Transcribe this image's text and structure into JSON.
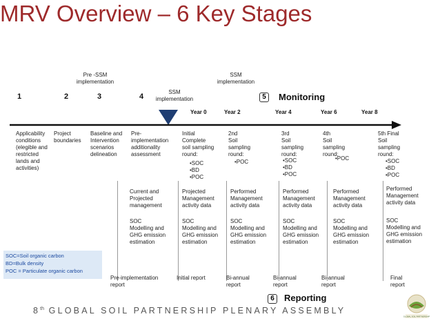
{
  "slide": {
    "title": "MRV Overview – 6 Key Stages",
    "labels": {
      "pre_ssm": "Pre -SSM\nimplementation",
      "ssm_top": "SSM\nimplementation",
      "ssm_mid": "SSM\nimplementation"
    },
    "stage_numbers": [
      "1",
      "2",
      "3",
      "4",
      "5",
      "6"
    ],
    "monitoring": "Monitoring",
    "reporting": "Reporting",
    "years": [
      "Year 0",
      "Year 2",
      "Year 4",
      "Year 6",
      "Year 8"
    ],
    "stages": {
      "applicability": "Applicability\nconditions\n(elegible and\nrestricted\nlands and\nactivities)",
      "project": "Project\nboundaries",
      "baseline": "Baseline and\nIntervention\nscenarios\ndelineation",
      "pre_impl": "Pre-\nimplementation\nadditionality\nassessment",
      "initial": "Initial\nComplete\n soil sampling\nround:",
      "initial_items": "•SOC\n•BD\n•POC",
      "second": "Soil\nsampling\nround:",
      "second_sup": "2nd",
      "second_items": "•POC",
      "third": "Soil\nsampling\nround:",
      "third_sup": "3rd",
      "third_items": "•SOC\n•BD\n•POC",
      "fourth": "Soil\nsampling\nround:",
      "fourth_sup": "4th",
      "fourth_items": "•POC",
      "fifth": "5th Final\nSoil\nsampling\nround:",
      "fifth_items": "•SOC\n•BD\n•POC"
    },
    "management": {
      "current": "Current and\nProjected\nmanagement",
      "projected": "Projected\nManagement\nactivity data",
      "performed": "Performed\nManagement\nactivity data"
    },
    "modelling": "SOC\nModelling and\nGHG emission\nestimation",
    "reports": {
      "pre": "Pre-implementation\nreport",
      "initial": "Initial report",
      "biannual": "Bi-annual\nreport",
      "final": "Final\nreport"
    },
    "legend": "SOC=Soil organic carbon\nBD=Bulk density\nPOC = Particulate organic carbon",
    "footer_prefix": "8",
    "footer_sup": "th",
    "footer_rest": " GLOBAL SOIL PARTNERSHIP PLENARY ASSEMBLY",
    "logo_text": "GLOBAL SOIL PARTNERSHIP",
    "colors": {
      "title": "#9e2a2b",
      "legend_bg": "#dde9f6",
      "legend_text": "#1c4aa0",
      "marker": "#1f3e73"
    }
  }
}
